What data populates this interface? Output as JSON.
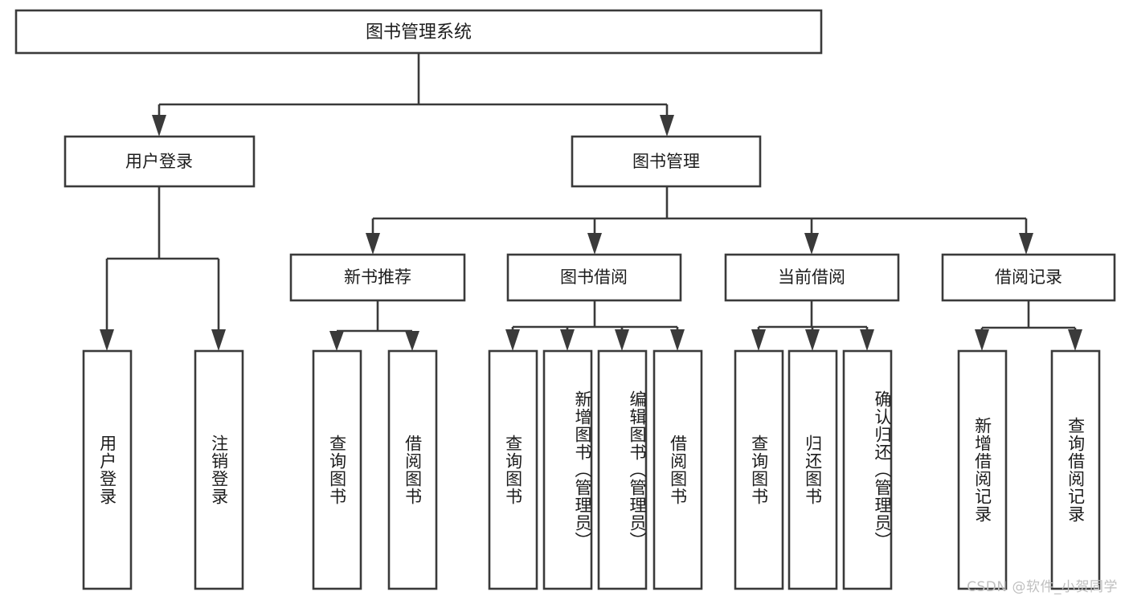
{
  "diagram": {
    "title": "图书管理系统",
    "type": "tree",
    "watermark": "CSDN @软件_小贺同学",
    "colors": {
      "stroke": "#3a3a3a",
      "box_fill": "#ffffff",
      "text": "#1c1c1c",
      "background": "#ffffff",
      "watermark": "#bfbfbf"
    },
    "root": {
      "label": "图书管理系统"
    },
    "level2": [
      {
        "label": "用户登录"
      },
      {
        "label": "图书管理"
      }
    ],
    "level3": [
      {
        "label": "新书推荐"
      },
      {
        "label": "图书借阅"
      },
      {
        "label": "当前借阅"
      },
      {
        "label": "借阅记录"
      }
    ],
    "leaves": {
      "user_login": [
        {
          "label": "用户登录"
        },
        {
          "label": "注销登录"
        }
      ],
      "new_book": [
        {
          "label": "查询图书"
        },
        {
          "label": "借阅图书"
        }
      ],
      "book_borrow": [
        {
          "label": "查询图书"
        },
        {
          "label": "新增图书（管理员）"
        },
        {
          "label": "编辑图书（管理员）"
        },
        {
          "label": "借阅图书"
        }
      ],
      "current_borrow": [
        {
          "label": "查询图书"
        },
        {
          "label": "归还图书"
        },
        {
          "label": "确认归还（管理员）"
        }
      ],
      "borrow_record": [
        {
          "label": "新增借阅记录"
        },
        {
          "label": "查询借阅记录"
        }
      ]
    }
  }
}
